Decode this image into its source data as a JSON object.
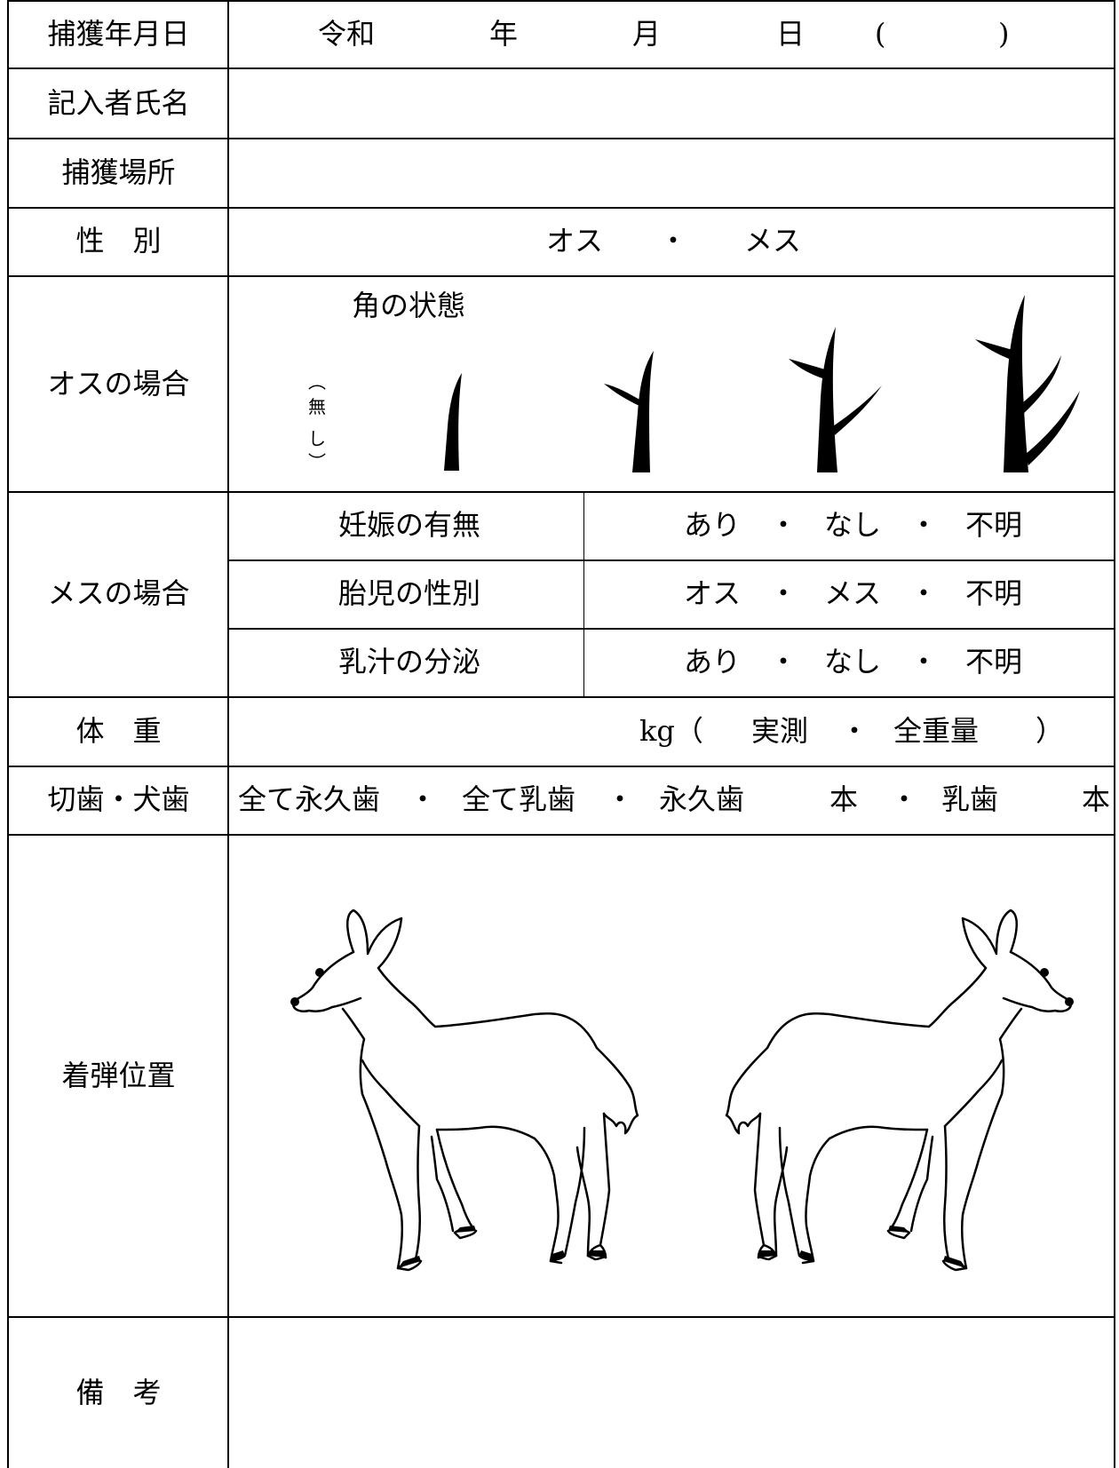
{
  "form": {
    "capture_date": {
      "label": "捕獲年月日",
      "era": "令和",
      "year": "年",
      "month": "月",
      "day": "日",
      "paren_open": "(",
      "paren_close": ")"
    },
    "recorder_name": {
      "label": "記入者氏名",
      "value": ""
    },
    "capture_place": {
      "label": "捕獲場所",
      "value": ""
    },
    "sex": {
      "label": "性　別",
      "male": "オス",
      "dot": "・",
      "female": "メス"
    },
    "male_case": {
      "label": "オスの場合",
      "antler_title": "角の状態",
      "none_open": "︵",
      "none_1": "無",
      "none_2": "し",
      "none_close": "︶",
      "antler_icons": [
        "antler-1-point-icon",
        "antler-2-point-icon",
        "antler-3-point-icon",
        "antler-4-point-icon"
      ]
    },
    "female_case": {
      "label": "メスの場合",
      "rows": [
        {
          "item": "妊娠の有無",
          "opt1": "あり",
          "opt2": "なし",
          "opt3": "不明"
        },
        {
          "item": "胎児の性別",
          "opt1": "オス",
          "opt2": "メス",
          "opt3": "不明"
        },
        {
          "item": "乳汁の分泌",
          "opt1": "あり",
          "opt2": "なし",
          "opt3": "不明"
        }
      ],
      "dot": "・"
    },
    "weight": {
      "label": "体　重",
      "unit": "kg（",
      "measured": "実測",
      "dot": "・",
      "total": "全重量",
      "close": "）"
    },
    "teeth": {
      "label": "切歯・犬歯",
      "all_permanent": "全て永久歯",
      "dot": "・",
      "all_milk": "全て乳歯",
      "permanent": "永久歯",
      "count_unit": "本",
      "milk": "乳歯"
    },
    "hit_position": {
      "label": "着弾位置",
      "icons": [
        "deer-left-icon",
        "deer-right-icon"
      ]
    },
    "remarks": {
      "label": "備　考",
      "value": ""
    }
  }
}
